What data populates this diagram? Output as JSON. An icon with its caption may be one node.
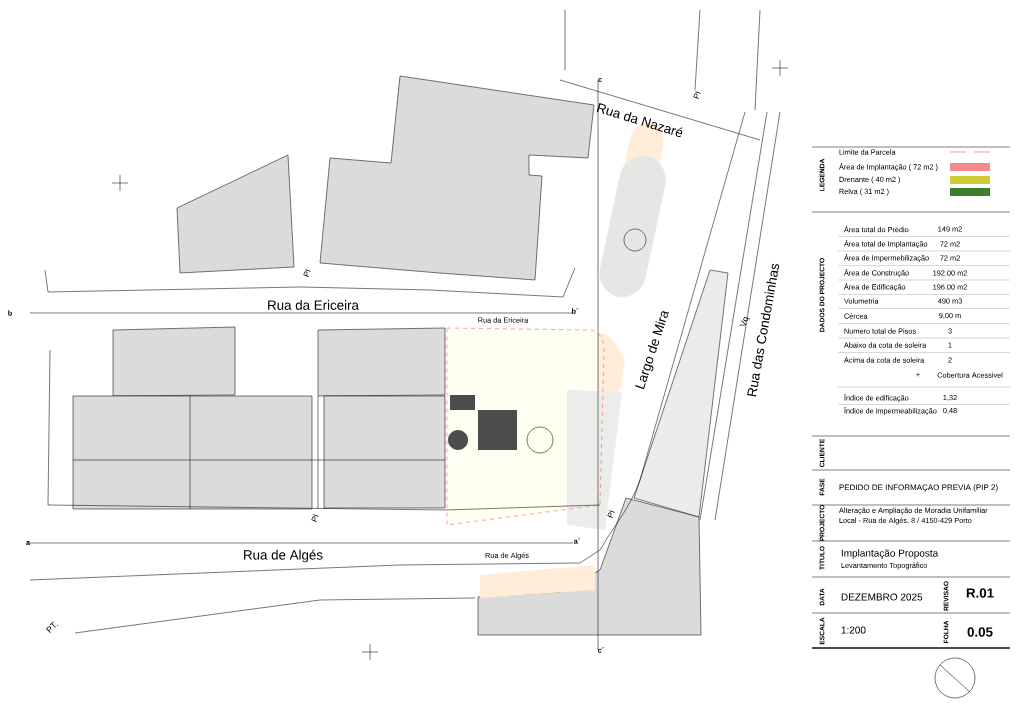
{
  "diagram": {
    "labels": [
      "Rua da Nazaré",
      "PI",
      "Rua da Ericeira",
      "Rua da Ericeira",
      "b",
      "b´",
      "PI",
      "Largo de Mira",
      "Vq",
      "Rua das Condominhas",
      "PI",
      "PI",
      "a",
      "a´",
      "Rua de Algés",
      "Rua de Algés",
      "PT.",
      "c",
      "c´",
      "LEGENDA",
      "DADOS DO PROJECTO",
      "Área total do Prédio",
      "149 m2",
      "Área total de Implantação",
      "72 m2",
      "Área de Impermebilização",
      "72 m2",
      "Área de Construção",
      "192.00 m2",
      "Área de Edificação",
      "196.00 m2",
      "Volumetria",
      "490 m3",
      "Cércea",
      "9,00 m",
      "Numero total de Pisos",
      "3",
      "Abaixo da cota de soleira",
      "1",
      "Acima da cota de soleira",
      "2",
      "+",
      "Cobertura Acessivel",
      "Índice de edificação",
      "1,32",
      "Índice de impermeabilização",
      "0,48",
      "CLIENTE",
      "FASE",
      "PEDIDO DE INFORMAÇAO PREVIA (PIP 2)",
      "PROJECTO",
      "Alteração e Ampliação de Moradia Unifamiliar",
      "Local - Rua de Algés, 8 / 4150-429 Porto",
      "TITULO",
      "Implantação Proposta",
      "Levantamento Topográfico",
      "DATA",
      "DEZEMBRO 2025",
      "REVISAO",
      "R.01",
      "ESCALA",
      "1:200",
      "FOLHA",
      "0.05"
    ],
    "legend": [
      {
        "text": "Limite da Parcela"
      },
      {
        "text": "Área de Implantação ( 72 m2 )",
        "color": "#f28a8a"
      },
      {
        "text": "Drenante ( 40 m2 )",
        "color": "#cfcc33"
      },
      {
        "text": "Relva ( 31 m2 )",
        "color": "#3d7f2c"
      }
    ]
  }
}
